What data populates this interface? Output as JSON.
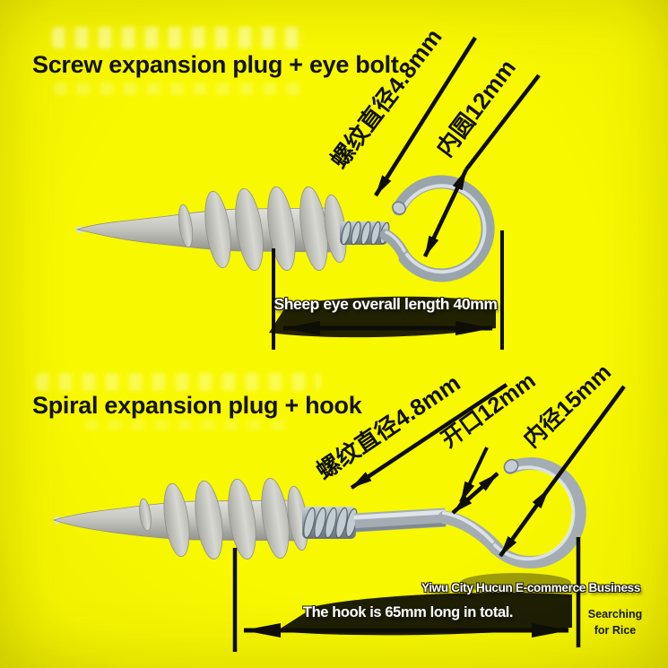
{
  "colors": {
    "background": "#f6f600",
    "ink": "#111106",
    "steel": "#9aa4ab",
    "plastic": "#c8c8c2",
    "label_white": "#ffffff"
  },
  "top_section": {
    "title": "Screw expansion plug + eye bolt",
    "thread_diameter_label": "螺纹直径4.8mm",
    "eye_inner_label": "内圆12mm",
    "length_label": "Sheep eye overall length 40mm"
  },
  "bottom_section": {
    "title": "Spiral expansion plug + hook",
    "thread_diameter_label": "螺纹直径4.8mm",
    "opening_label": "开口12mm",
    "inner_diameter_label": "内径15mm",
    "length_label": "The hook is 65mm long in total."
  },
  "watermarks": {
    "seller": "Yiwu City Hucun E-commerce Business",
    "search_tag_line1": "Searching",
    "search_tag_line2": "for Rice"
  }
}
